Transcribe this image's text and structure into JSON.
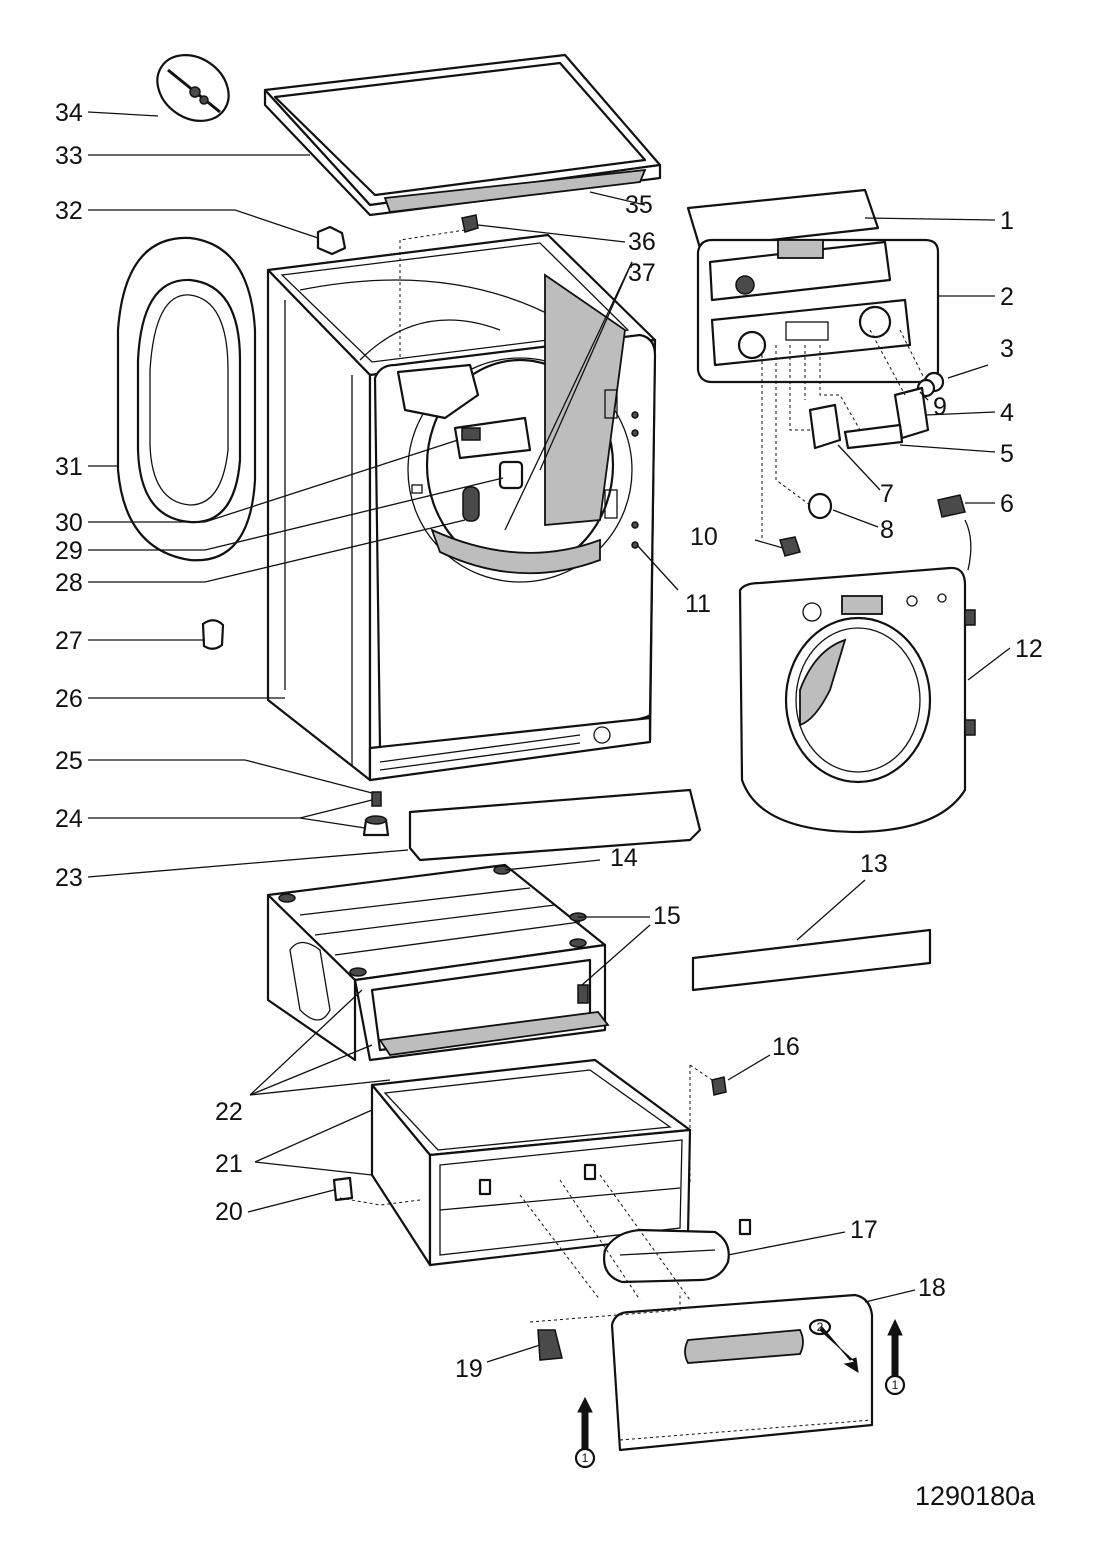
{
  "diagram": {
    "code": "1290180a",
    "part_numbers": [
      "1",
      "2",
      "3",
      "4",
      "5",
      "6",
      "7",
      "8",
      "9",
      "10",
      "11",
      "12",
      "13",
      "14",
      "15",
      "16",
      "17",
      "18",
      "19",
      "20",
      "21",
      "22",
      "23",
      "24",
      "25",
      "26",
      "27",
      "28",
      "29",
      "30",
      "31",
      "32",
      "33",
      "34",
      "35",
      "36",
      "37"
    ],
    "arrow_marker": "1",
    "arrow_marker_alt": "2"
  }
}
